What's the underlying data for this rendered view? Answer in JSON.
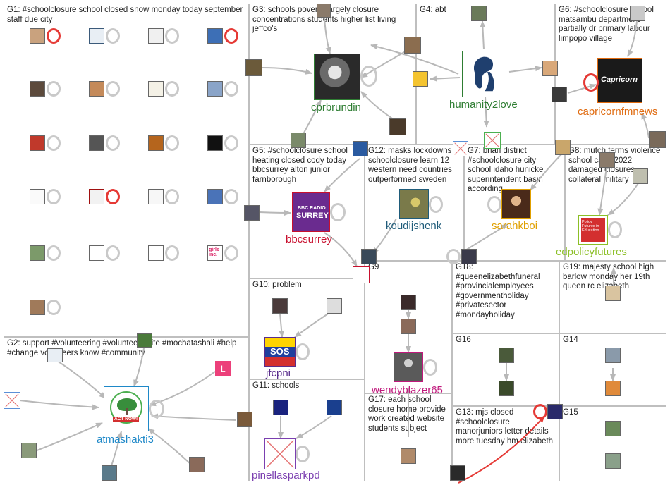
{
  "groups": [
    {
      "id": "G1",
      "label": "G1: #schoolclosure school closed snow monday today september staff due city"
    },
    {
      "id": "G2",
      "label": "G2: support #volunteering #volunteer write #mochatashali #help #change volunteers know #community"
    },
    {
      "id": "G3",
      "label": "G3: schools poverty largely closure concentrations students higher list living jeffco's"
    },
    {
      "id": "G4",
      "label": "G4: abt"
    },
    {
      "id": "G6",
      "label": "G6: #schoolclosure school matsambu department partially dr primary labour limpopo village"
    },
    {
      "id": "G5",
      "label": "G5: #schoolclosure school heating closed cody today bbcsurrey alton junior farnborough"
    },
    {
      "id": "G12",
      "label": "G12: masks lockdowns schoolclosure learn 12 western need countries outperformed sweden"
    },
    {
      "id": "G7",
      "label": "G7: brian district #schoolclosure city school idaho hunicke superintendent basin according"
    },
    {
      "id": "G8",
      "label": "G8: mutch terms violence school carol 2022 damaged closures collateral military"
    },
    {
      "id": "G9",
      "label": "G9"
    },
    {
      "id": "G10",
      "label": "G10: problem"
    },
    {
      "id": "G18",
      "label": "G18: #queenelizabethfuneral #provincialemployees #governmentholiday #privatesector #mondayholiday"
    },
    {
      "id": "G19",
      "label": "G19: majesty school high barlow monday her 19th queen rc elizabeth"
    },
    {
      "id": "G11",
      "label": "G11: schools"
    },
    {
      "id": "G16",
      "label": "G16"
    },
    {
      "id": "G14",
      "label": "G14"
    },
    {
      "id": "G17",
      "label": "G17: each school closure home provide work created website students subject"
    },
    {
      "id": "G13",
      "label": "G13: mjs closed #schoolclosure manorjuniors letter details more tuesday hm elizabeth"
    },
    {
      "id": "G15",
      "label": "G15"
    }
  ],
  "labels": {
    "cprbrundin": "cprbrundin",
    "humanity2love": "humanity2love",
    "capricornfmnews": "capricornfmnews",
    "bbcsurrey": "bbcsurrey",
    "koudijshenk": "koudijshenk",
    "sarahkboi": "sarahkboi",
    "edpolicyfutures": "edpolicyfutures",
    "jfcpni": "jfcpni",
    "wendyblazer65": "wendyblazer65",
    "atmashakti3": "atmashakti3",
    "pinellasparkpd": "pinellasparkpd"
  },
  "node_text": {
    "capricorn": "Capricorn",
    "bbc_radio": "BBC RADIO",
    "surrey": "SURREY",
    "sos": "SOS",
    "act_now": "ACT NOW!",
    "policy": "Policy Futures in Education",
    "girls": "girls inc.",
    "l": "L"
  },
  "colors": {
    "cprbrundin": "#2e7d32",
    "humanity2love": "#2e7d32",
    "capricornfmnews": "#e06b10",
    "bbcsurrey": "#c8102e",
    "koudijshenk": "#1f5c7a",
    "sarahkboi": "#e0a000",
    "edpolicyfutures": "#8cbf26",
    "jfcpni": "#5a2d8c",
    "wendyblazer65": "#c0197c",
    "atmashakti3": "#1e88c8",
    "pinellasparkpd": "#7b3fb0",
    "edge": "#b8b8b8",
    "edge_red": "#e53935"
  }
}
